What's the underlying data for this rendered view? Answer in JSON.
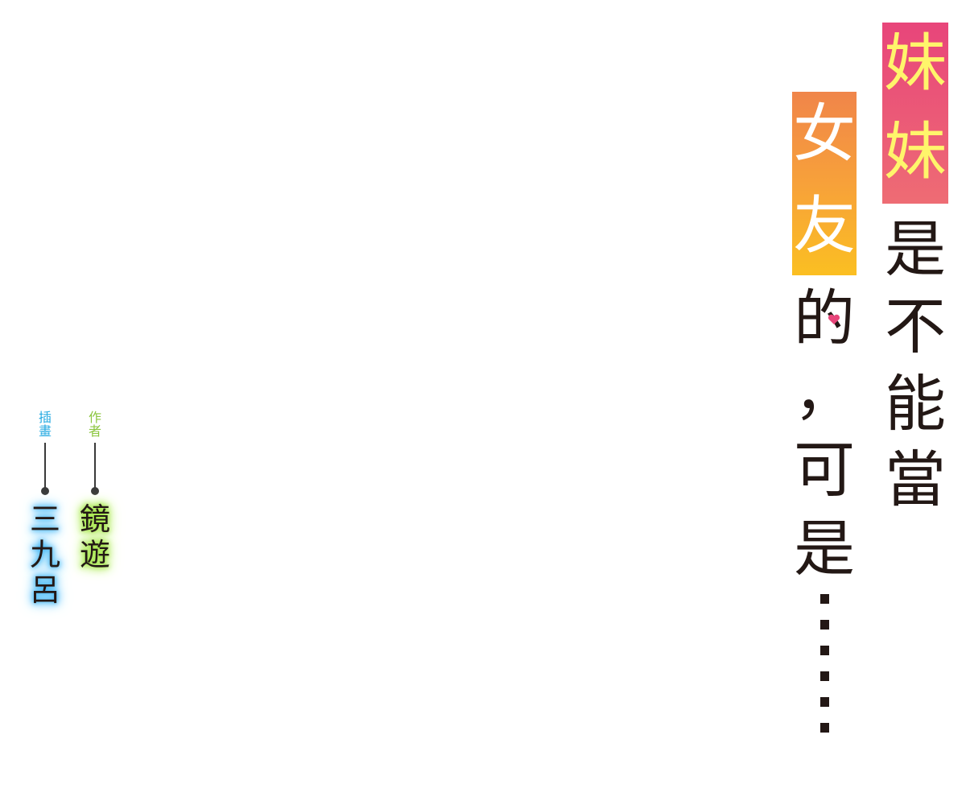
{
  "title": {
    "line1_highlight": [
      "妹",
      "妹"
    ],
    "line1_rest": [
      "是",
      "不",
      "能",
      "當"
    ],
    "line2_highlight": [
      "女",
      "友"
    ],
    "line2_rest": [
      "的",
      "，",
      "可",
      "是"
    ],
    "ellipsis_dot_count": 6,
    "colors": {
      "pink_band": "#e8457a",
      "pink_text": "#fff56b",
      "orange_band": "#f7a13a",
      "heart": "#e8457a",
      "ink": "#231815"
    }
  },
  "credits": {
    "author": {
      "role": [
        "作",
        "者"
      ],
      "name": [
        "鏡",
        "遊"
      ],
      "color": "#8cc63f"
    },
    "illustrator": {
      "role": [
        "插",
        "畫"
      ],
      "name": [
        "三",
        "九",
        "呂"
      ],
      "color": "#29abe2"
    }
  }
}
